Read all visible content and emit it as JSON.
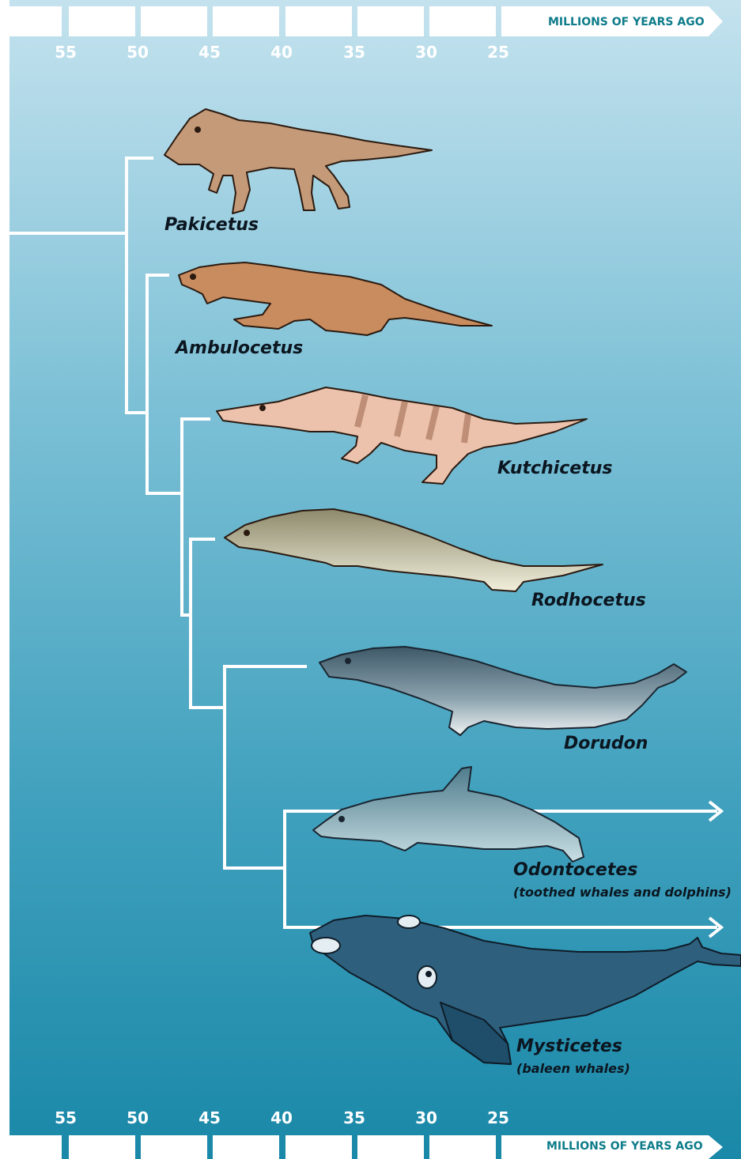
{
  "axis_top": {
    "title": "MILLIONS OF YEARS AGO",
    "ticks": [
      "55",
      "50",
      "45",
      "40",
      "35",
      "30",
      "25"
    ]
  },
  "axis_bottom": {
    "title": "MILLIONS OF YEARS AGO",
    "ticks": [
      "55",
      "50",
      "45",
      "40",
      "35",
      "30",
      "25"
    ]
  },
  "species": [
    {
      "name": "Pakicetus",
      "sub": ""
    },
    {
      "name": "Ambulocetus",
      "sub": ""
    },
    {
      "name": "Kutchicetus",
      "sub": ""
    },
    {
      "name": "Rodhocetus",
      "sub": ""
    },
    {
      "name": "Dorudon",
      "sub": ""
    },
    {
      "name": "Odontocetes",
      "sub": "(toothed whales and dolphins)"
    },
    {
      "name": "Mysticetes",
      "sub": "(baleen whales)"
    }
  ],
  "colors": {
    "water_top": "#b8dce9",
    "water_mid": "#5fb0c9",
    "water_bottom": "#1e8fae",
    "tree_line": "#ffffff",
    "axis_title": "#0e7c8a"
  },
  "icons": [
    "pakicetus-illustration",
    "ambulocetus-illustration",
    "kutchicetus-illustration",
    "rodhocetus-illustration",
    "dorudon-illustration",
    "dolphin-illustration",
    "right-whale-illustration",
    "arrow-right-icon"
  ]
}
